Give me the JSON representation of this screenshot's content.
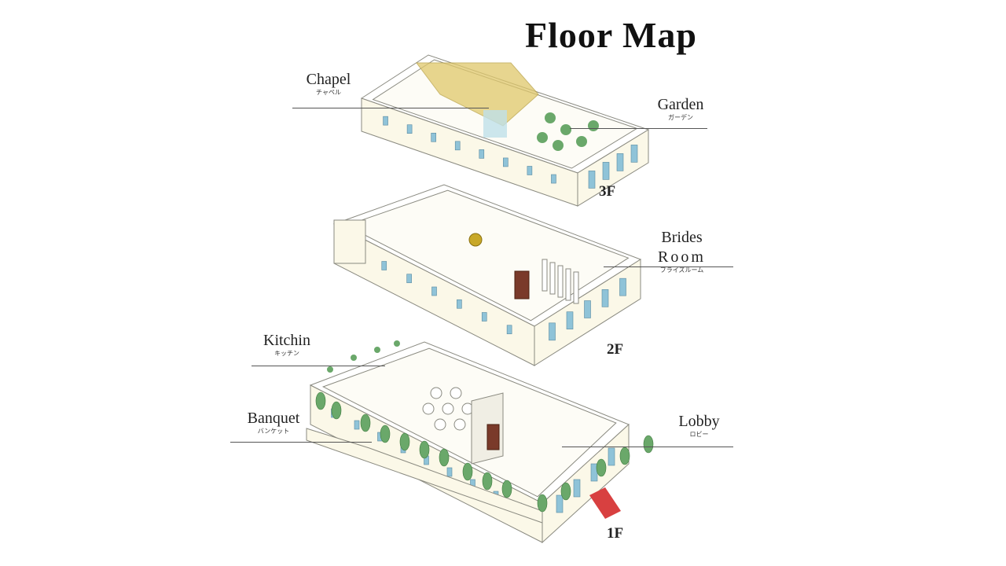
{
  "title": "Floor Map",
  "floors": [
    {
      "id": "3F",
      "label": "3F"
    },
    {
      "id": "2F",
      "label": "2F"
    },
    {
      "id": "1F",
      "label": "1F"
    }
  ],
  "rooms": {
    "chapel": {
      "en": "Chapel",
      "jp": "チャペル"
    },
    "garden": {
      "en": "Garden",
      "jp": "ガーデン"
    },
    "brides_room": {
      "en_line1": "Brides",
      "en_line2": "Room",
      "jp": "ブライズルーム"
    },
    "kitchin": {
      "en": "Kitchin",
      "jp": "キッチン"
    },
    "banquet": {
      "en": "Banquet",
      "jp": "バンケット"
    },
    "lobby": {
      "en": "Lobby",
      "jp": "ロビー"
    }
  },
  "colors": {
    "wall": "#fbf8e8",
    "outline": "#8a8a80",
    "window": "#8fc3d8",
    "plant": "#6aa86a",
    "chapel_gold": "#e0c86a",
    "door": "#7a3a2a",
    "carpet": "#d84040"
  }
}
